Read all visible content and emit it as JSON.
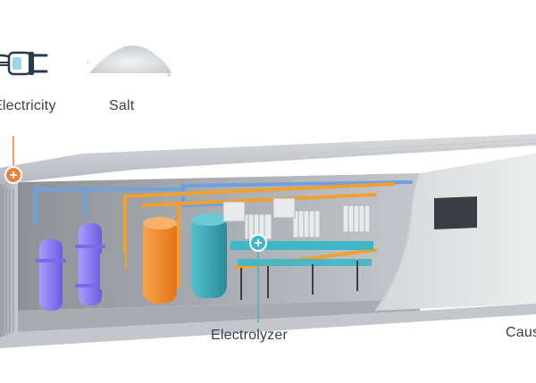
{
  "inputs": [
    {
      "label": "Electricity",
      "icon": "power-plug-icon"
    },
    {
      "label": "Salt",
      "icon": "salt-pile-icon"
    }
  ],
  "outputs": [
    {
      "label": "Electrolyzer"
    },
    {
      "label": "Caus"
    }
  ],
  "colors": {
    "electricity_accent": "#e8833a",
    "electrolyzer_accent": "#3fb7c7",
    "caustic_tank": "#f08a24",
    "teal_tank": "#3aa3b3",
    "purple_vessels": "#8a7cf0",
    "pipe_orange": "#f0a030",
    "pipe_blue": "#6fa0e0",
    "container_grey": "#b9bdc3"
  }
}
